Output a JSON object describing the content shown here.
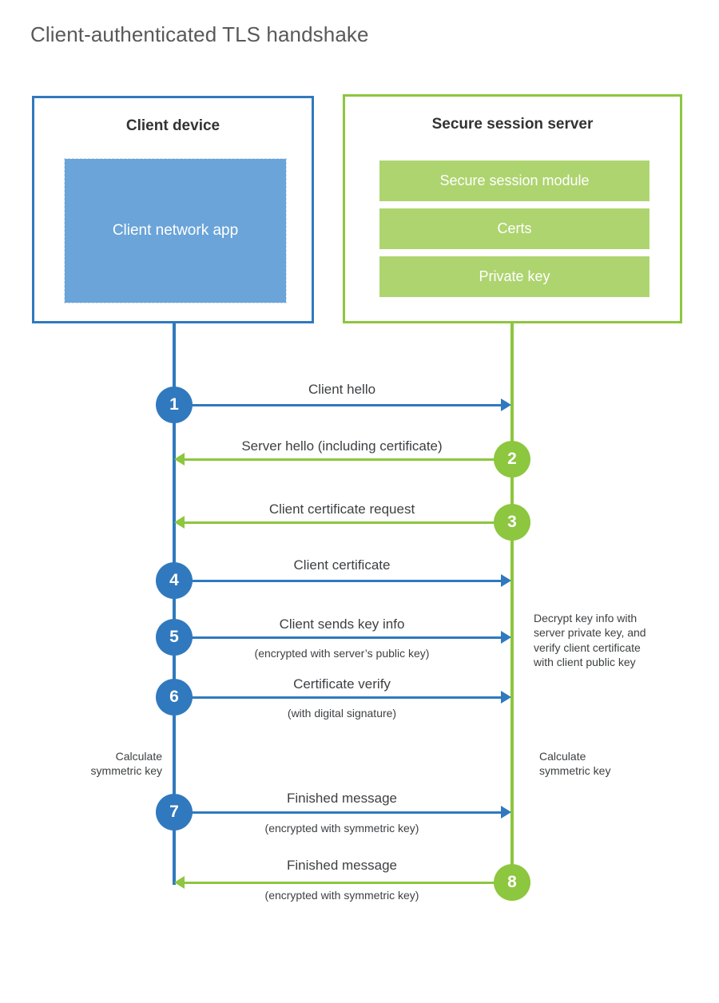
{
  "title": "Client-authenticated TLS handshake",
  "colors": {
    "client_blue": "#3079be",
    "client_app_fill": "#6aa4d8",
    "server_green": "#8dc63f",
    "server_row_fill": "#aed46f",
    "text": "#3d4043",
    "title_text": "#58595b",
    "background": "#ffffff"
  },
  "parties": {
    "client": {
      "title": "Client device",
      "app_label": "Client network app"
    },
    "server": {
      "title": "Secure session server",
      "rows": [
        {
          "label": "Secure session module"
        },
        {
          "label": "Certs"
        },
        {
          "label": "Private key"
        }
      ]
    }
  },
  "messages": [
    {
      "step": "1",
      "label": "Client hello",
      "sublabel": "",
      "direction": "client-to-server",
      "color": "blue"
    },
    {
      "step": "2",
      "label": "Server hello (including certificate)",
      "sublabel": "",
      "direction": "server-to-client",
      "color": "green"
    },
    {
      "step": "3",
      "label": "Client certificate request",
      "sublabel": "",
      "direction": "server-to-client",
      "color": "green"
    },
    {
      "step": "4",
      "label": "Client certificate",
      "sublabel": "",
      "direction": "client-to-server",
      "color": "blue"
    },
    {
      "step": "5",
      "label": "Client sends key info",
      "sublabel": "(encrypted with server’s public key)",
      "direction": "client-to-server",
      "color": "blue"
    },
    {
      "step": "6",
      "label": "Certificate verify",
      "sublabel": "(with digital signature)",
      "direction": "client-to-server",
      "color": "blue"
    },
    {
      "step": "7",
      "label": "Finished message",
      "sublabel": "(encrypted with symmetric key)",
      "direction": "client-to-server",
      "color": "blue"
    },
    {
      "step": "8",
      "label": "Finished message",
      "sublabel": "(encrypted with symmetric key)",
      "direction": "server-to-client",
      "color": "green"
    }
  ],
  "annotations": {
    "server_decrypt": "Decrypt key info with\nserver private key, and\nverify client certificate\nwith client public key",
    "server_decrypt_lines": [
      "Decrypt key info with",
      "server private key, and",
      "verify client certificate",
      "with client public key"
    ],
    "client_calculate_lines": [
      "Calculate",
      "symmetric key"
    ],
    "server_calculate_lines": [
      "Calculate",
      "symmetric key"
    ]
  }
}
